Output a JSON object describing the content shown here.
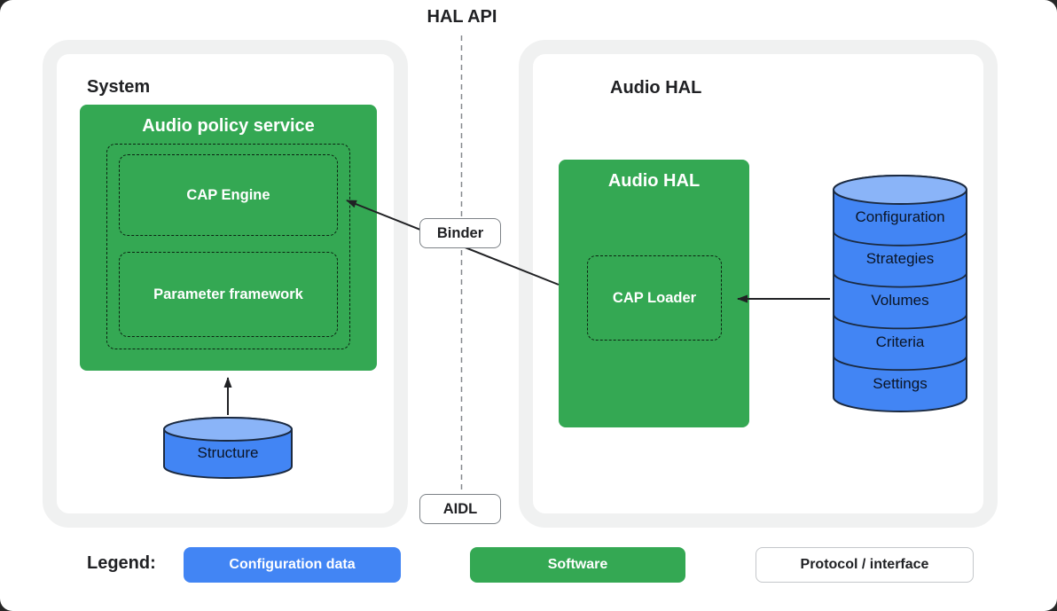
{
  "header": {
    "title": "HAL API"
  },
  "interfaces": {
    "binder": "Binder",
    "aidl": "AIDL"
  },
  "system": {
    "label": "System",
    "policy_service": {
      "title": "Audio policy service",
      "cap_engine": "CAP Engine",
      "parameter_framework": "Parameter framework"
    },
    "structure": "Structure"
  },
  "audio_hal": {
    "label": "Audio HAL",
    "box": {
      "title": "Audio HAL",
      "cap_loader": "CAP Loader"
    },
    "database": {
      "segments": [
        "Configuration",
        "Strategies",
        "Volumes",
        "Criteria",
        "Settings"
      ]
    }
  },
  "legend": {
    "label": "Legend:",
    "configuration": "Configuration data",
    "software": "Software",
    "protocol": "Protocol / interface"
  },
  "colors": {
    "software_green": "#34A853",
    "config_blue": "#4285F4",
    "config_blue_light": "#8AB4F8",
    "container_gray": "#F0F1F1",
    "ink": "#202124"
  }
}
